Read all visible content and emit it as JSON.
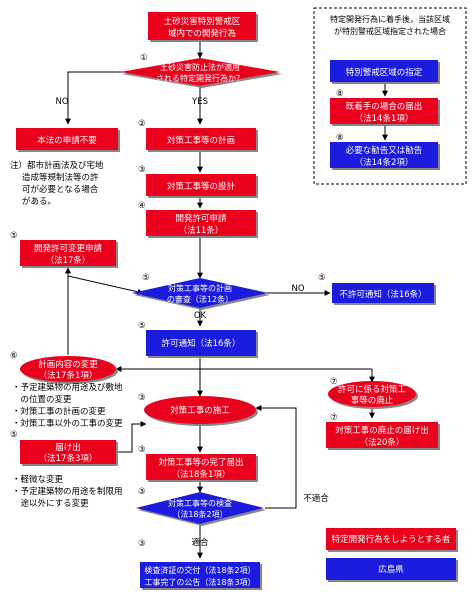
{
  "colors": {
    "applicant": "#e8001c",
    "prefecture": "#1a1adf",
    "text_on_box": "#ffffff",
    "line": "#000000"
  },
  "steps": {
    "start": [
      "土砂災害特別警戒区",
      "域内での開発行為"
    ],
    "q1": [
      "土砂災害防止法が適用",
      "される特定開発行為か？"
    ],
    "not_required": "本法の申請不要",
    "plan": "対策工事等の計画",
    "design": "対策工事等の設計",
    "apply": [
      "開発許可申請",
      "（法11条）"
    ],
    "change_apply": [
      "開発許可変更申請",
      "（法17条）"
    ],
    "review": [
      "対策工事等の計画",
      "の審査（法12条）"
    ],
    "deny": "不許可通知（法16条）",
    "permit": "許可通知（法16条）",
    "content_change": [
      "計画内容の変更",
      "（法17条1項）"
    ],
    "construction": "対策工事の施工",
    "notify": [
      "届け出",
      "（法17条3項）"
    ],
    "completion": [
      "対策工事等の完了届出",
      "（法18条1項）"
    ],
    "inspection": [
      "対策工事等の検査",
      "（法18条2項）"
    ],
    "certificate": [
      "検査済証の交付（法18条2項）",
      "工事完了の公告（法18条3項）"
    ],
    "abolish": [
      "許可に係る対策工",
      "事等の廃止"
    ],
    "abolish_notify": [
      "対策工事の廃止の届け出",
      "（法20条）"
    ]
  },
  "edge_labels": {
    "no": "NO",
    "yes": "YES",
    "ng": "NO",
    "ok": "OK",
    "fail": "不適合",
    "pass": "適合"
  },
  "step_numbers": [
    "①",
    "②",
    "③",
    "④",
    "⑤",
    "⑥",
    "⑦",
    "⑧"
  ],
  "notes": {
    "note1": [
      "注）都市計画法及び宅地",
      "造成等規制法等の許",
      "可が必要となる場合",
      "がある。"
    ],
    "list1": [
      "・予定建築物の用途及び敷地",
      "　の位置の変更",
      "・対策工事の計画の変更",
      "・対策工事以外の工事の変更"
    ],
    "list2": [
      "・軽微な変更",
      "・予定建築物の用途を制限用",
      "　途以外にする変更"
    ]
  },
  "inset": {
    "title": [
      "特定開発行為に着手後，当該区域",
      "が特別警戒区域指定された場合"
    ],
    "designation": "特別警戒区域の指定",
    "holder_notice": [
      "既着手の場合の届出",
      "（法14条1項）"
    ],
    "advice": [
      "必要な勧告又は勧告",
      "（法14条2項）"
    ]
  },
  "legend": {
    "applicant": "特定開発行為をしようとする者",
    "prefecture": "広島県"
  }
}
